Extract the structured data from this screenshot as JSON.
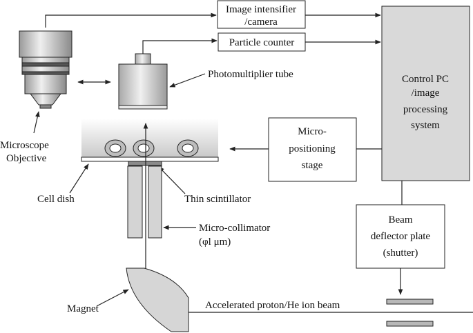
{
  "diagram": {
    "boxes": {
      "image_intensifier_line1": "Image intensifier",
      "image_intensifier_line2": "/camera",
      "particle_counter": "Particle counter",
      "control_pc_line1": "Control PC",
      "control_pc_line2": "/image",
      "control_pc_line3": "processing",
      "control_pc_line4": "system",
      "micropositioning_line1": "Micro-",
      "micropositioning_line2": "positioning",
      "micropositioning_line3": "stage",
      "beam_deflector_line1": "Beam",
      "beam_deflector_line2": "deflector plate",
      "beam_deflector_line3": "(shutter)"
    },
    "labels": {
      "microscope_line1": "Microscope",
      "microscope_line2": "Objective",
      "photomultiplier": "Photomultiplier tube",
      "cell_dish": "Cell dish",
      "thin_scintillator": "Thin scintillator",
      "micro_collimator_line1": "Micro-collimator",
      "micro_collimator_line2": "(φl μm)",
      "magnet": "Magnet",
      "beam": "Accelerated proton/He ion beam"
    }
  }
}
